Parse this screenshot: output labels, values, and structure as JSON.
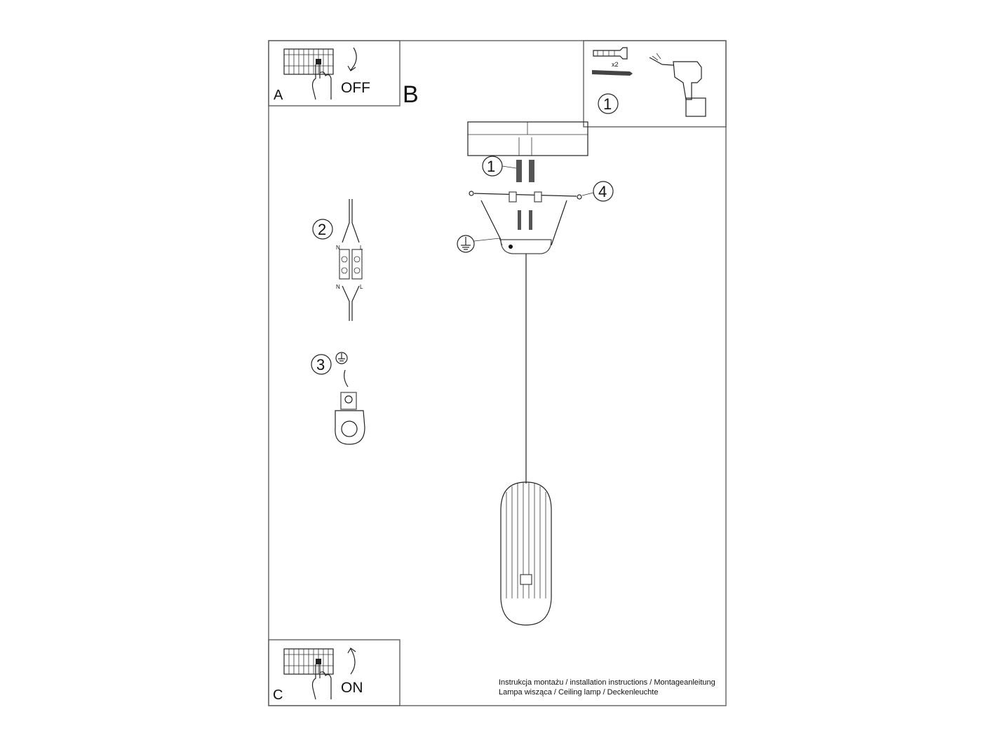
{
  "panels": {
    "a_label": "A",
    "a_state": "OFF",
    "b_label": "B",
    "c_label": "C",
    "c_state": "ON"
  },
  "kit": {
    "quantity": "x2",
    "step": "1"
  },
  "steps": {
    "step1": "1",
    "step2": "2",
    "step3": "3",
    "step4": "4"
  },
  "terminal": {
    "left_top": "N",
    "right_top": "L",
    "left_bottom": "N",
    "right_bottom": "L"
  },
  "footer": {
    "line1": "Instrukcja montażu / installation instructions / Montageanleitung",
    "line2": "Lampa wisząca / Ceiling lamp / Deckenleuchte"
  }
}
